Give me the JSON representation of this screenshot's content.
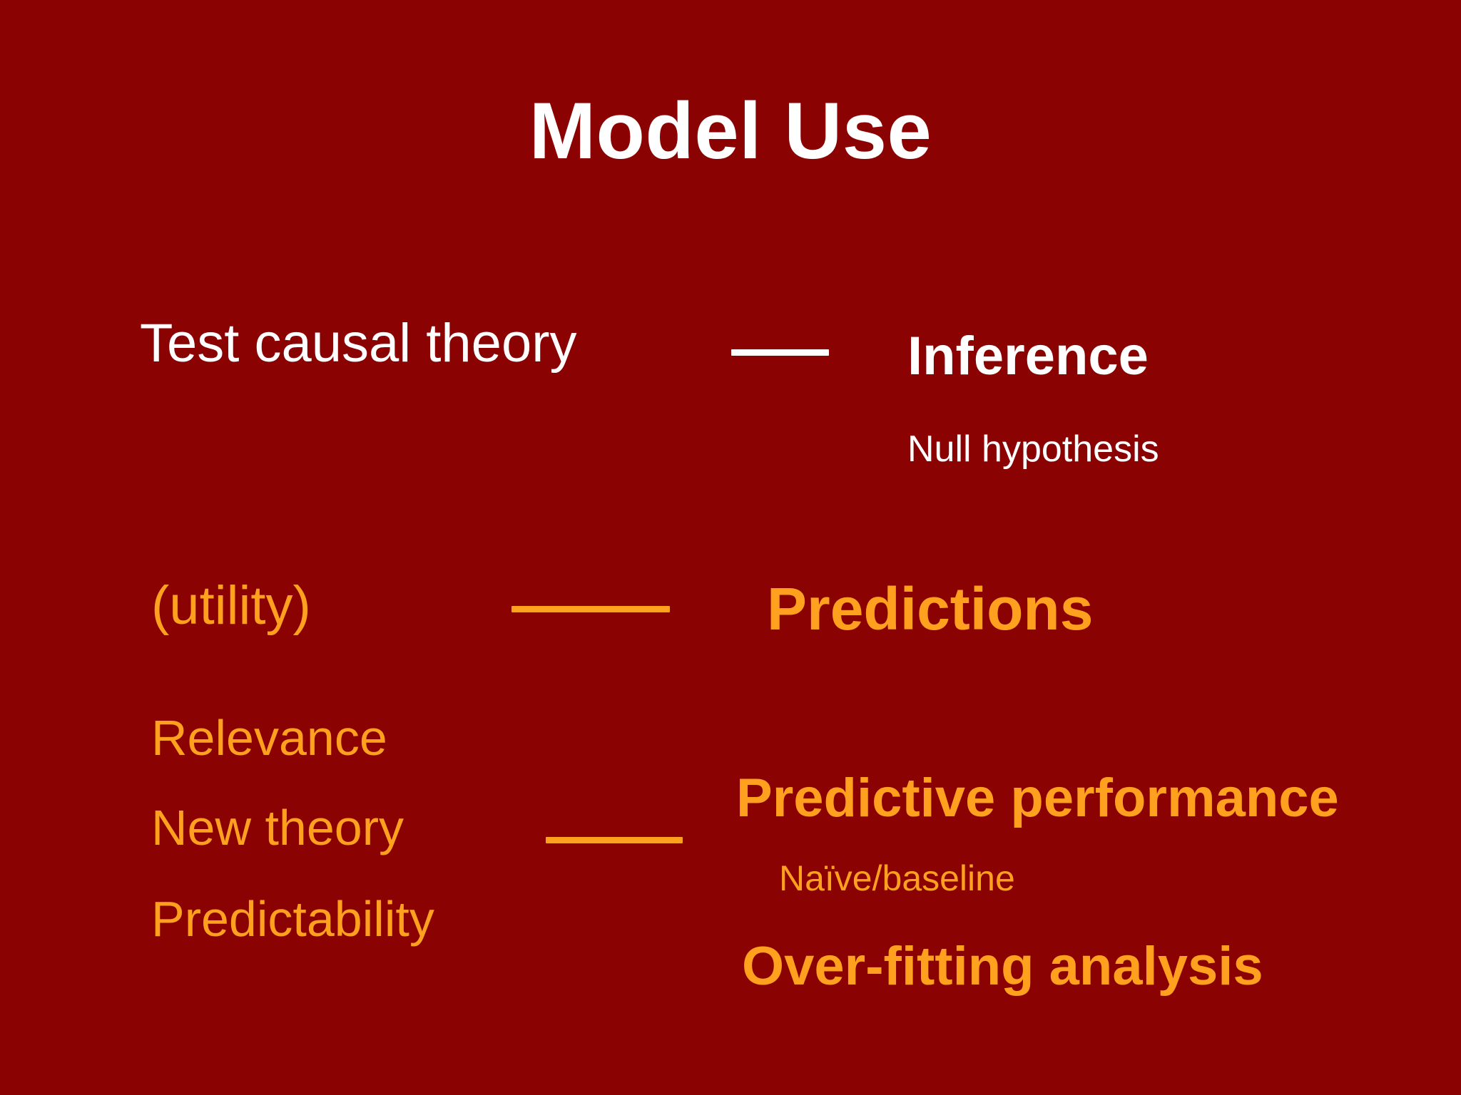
{
  "slide": {
    "title": "Model Use",
    "background_color": "#8a0202",
    "white_color": "#ffffff",
    "orange_color": "#ffa01e"
  },
  "rows": [
    {
      "id": "inference",
      "left_label": "Test causal  theory",
      "connector": "horizontal-rule",
      "heading": "Inference",
      "subnote": "Null hypothesis"
    },
    {
      "id": "predictions",
      "left_label": "(utility)",
      "connector": "horizontal-rule",
      "heading": "Predictions",
      "subnote": ""
    },
    {
      "id": "predictive-performance",
      "left_items": [
        "Relevance",
        "New theory",
        "Predictability"
      ],
      "connector": "horizontal-rule",
      "heading": "Predictive performance",
      "subnote": "Naïve/baseline",
      "secondary_heading": "Over-fitting analysis"
    }
  ]
}
